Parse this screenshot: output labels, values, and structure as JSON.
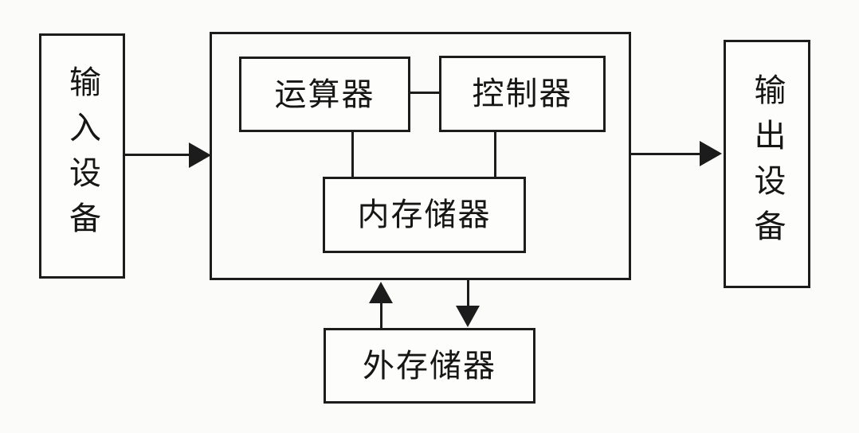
{
  "diagram": {
    "kind": "block-diagram",
    "subject": "computer-hardware-architecture",
    "nodes": {
      "input_device": {
        "label": "输入设备",
        "orientation": "vertical"
      },
      "host": {
        "label": "",
        "note": "unlabeled outer box containing ALU, control unit and main memory"
      },
      "alu": {
        "label": "运算器",
        "orientation": "horizontal"
      },
      "control_unit": {
        "label": "控制器",
        "orientation": "horizontal"
      },
      "main_memory": {
        "label": "内存储器",
        "orientation": "horizontal"
      },
      "output_device": {
        "label": "输出设备",
        "orientation": "vertical"
      },
      "external_memory": {
        "label": "外存储器",
        "orientation": "horizontal"
      }
    },
    "edges": [
      {
        "from": "input_device",
        "to": "host",
        "style": "arrow"
      },
      {
        "from": "host",
        "to": "output_device",
        "style": "arrow"
      },
      {
        "from": "alu",
        "to": "control_unit",
        "style": "plain-line"
      },
      {
        "from": "alu",
        "to": "main_memory",
        "style": "plain-line"
      },
      {
        "from": "control_unit",
        "to": "main_memory",
        "style": "plain-line"
      },
      {
        "from": "external_memory",
        "to": "host",
        "style": "arrow"
      },
      {
        "from": "host",
        "to": "external_memory",
        "style": "arrow"
      }
    ],
    "colors": {
      "line": "#1c1c1c",
      "text": "#161616",
      "background": "#fbfbfa"
    }
  }
}
